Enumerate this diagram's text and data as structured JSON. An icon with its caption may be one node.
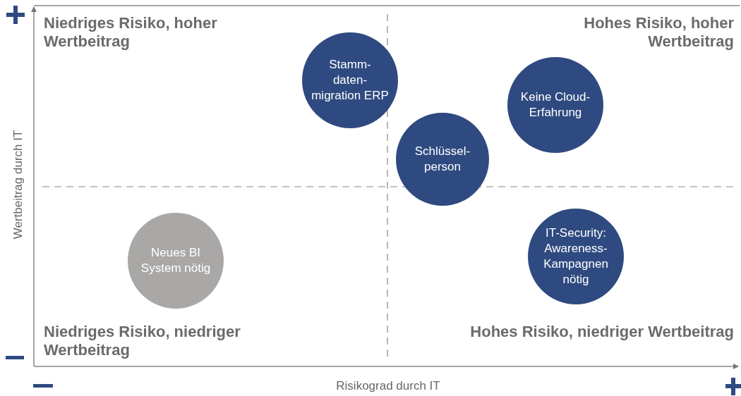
{
  "diagram": {
    "nodes": [
      {
        "text": [
          "Stamm- daten- migration ERP"
        ]
      },
      {
        "text": [
          "Keine Cloud- Erfahrung"
        ]
      },
      {
        "text": [
          "Schlüssel- person"
        ]
      },
      {
        "text": [
          "Neues BI System nötig"
        ]
      },
      {
        "text": [
          "IT-Security: Awareness- Kampagnen nötig"
        ]
      }
    ],
    "edges": [],
    "labels": [
      "Niedriges Risiko, hoher Wertbeitrag",
      "Hohes Risiko, hoher Wertbeitrag",
      "Wertbeitrag durch IT",
      "Niedriges Risiko, niedriger Wertbeitrag",
      "Hohes Risiko, niedriger Wertbeitrag",
      "Risikograd durch IT"
    ]
  }
}
